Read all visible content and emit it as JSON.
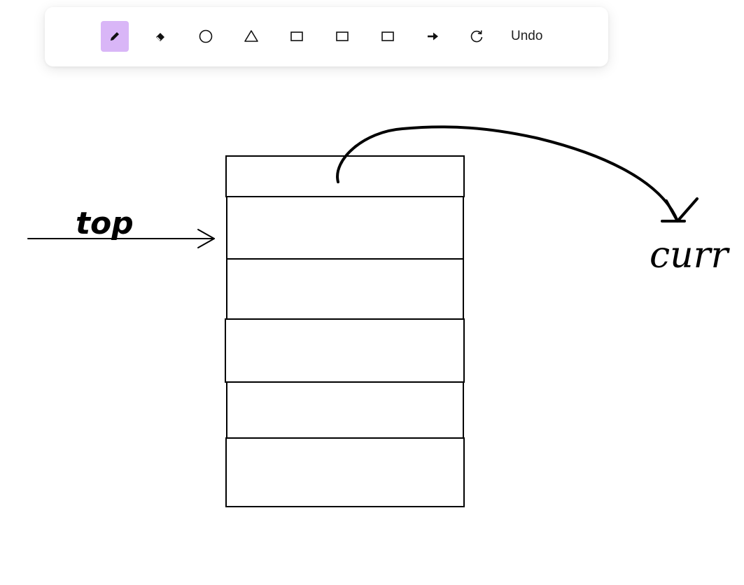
{
  "toolbar": {
    "tools": [
      {
        "id": "pencil",
        "icon": "pencil-icon",
        "active": true
      },
      {
        "id": "eraser",
        "icon": "eraser-icon",
        "active": false
      },
      {
        "id": "circle",
        "icon": "circle-icon",
        "active": false
      },
      {
        "id": "triangle",
        "icon": "triangle-icon",
        "active": false
      },
      {
        "id": "rectangle-1",
        "icon": "rectangle-icon",
        "active": false
      },
      {
        "id": "rectangle-2",
        "icon": "rectangle-icon",
        "active": false
      },
      {
        "id": "rectangle-3",
        "icon": "rectangle-icon",
        "active": false
      },
      {
        "id": "arrow",
        "icon": "arrow-right-icon",
        "active": false
      },
      {
        "id": "redo",
        "icon": "rotate-icon",
        "active": false
      }
    ],
    "undo_label": "Undo",
    "active_color": "#d9b6f7"
  },
  "canvas": {
    "labels": {
      "top": "top",
      "curr": "curr"
    },
    "stroke_color": "#000000"
  }
}
